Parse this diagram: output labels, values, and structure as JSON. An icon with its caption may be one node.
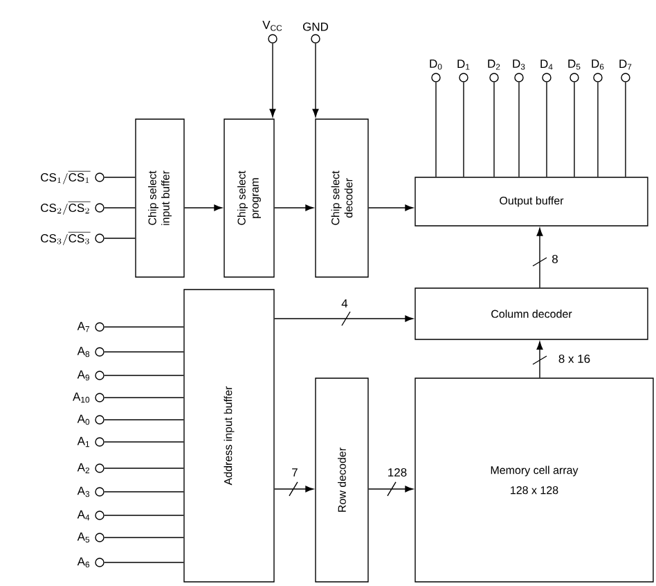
{
  "diagram": {
    "nodes": [
      {
        "text": [
          "Chip select input buffer"
        ]
      },
      {
        "text": [
          "Chip select program"
        ]
      },
      {
        "text": [
          "Chip select decoder"
        ]
      },
      {
        "text": [
          "Output buffer"
        ]
      },
      {
        "text": [
          "Column decoder"
        ]
      },
      {
        "text": [
          "Address input buffer"
        ]
      },
      {
        "text": [
          "Row decoder"
        ]
      },
      {
        "text": [
          "Memory cell array",
          "128 x 128"
        ]
      },
      {
        "text": [
          "\\mathrm{CS}_{1}/\\overline{\\mathrm{CS}_{1}}"
        ]
      },
      {
        "text": [
          "\\mathrm{CS}_{2}/\\overline{\\mathrm{CS}_{2}}"
        ]
      },
      {
        "text": [
          "\\mathrm{CS}_{3}/\\overline{\\mathrm{CS}_{3}}"
        ]
      },
      {
        "text": [
          "V$_{CC}$"
        ]
      },
      {
        "text": [
          "GND"
        ]
      },
      {
        "text": [
          "D$_{0}$"
        ]
      },
      {
        "text": [
          "D$_{1}$"
        ]
      },
      {
        "text": [
          "D$_{2}$"
        ]
      },
      {
        "text": [
          "D$_{3}$"
        ]
      },
      {
        "text": [
          "D$_{4}$"
        ]
      },
      {
        "text": [
          "D$_{5}$"
        ]
      },
      {
        "text": [
          "D$_{6}$"
        ]
      },
      {
        "text": [
          "D$_{7}$"
        ]
      },
      {
        "text": [
          "A$_{7}$"
        ]
      },
      {
        "text": [
          "A$_{8}$"
        ]
      },
      {
        "text": [
          "A$_{9}$"
        ]
      },
      {
        "text": [
          "A$_{10}$"
        ]
      },
      {
        "text": [
          "A$_{0}$"
        ]
      },
      {
        "text": [
          "A$_{1}$"
        ]
      },
      {
        "text": [
          "A$_{2}$"
        ]
      },
      {
        "text": [
          "A$_{3}$"
        ]
      },
      {
        "text": [
          "A$_{4}$"
        ]
      },
      {
        "text": [
          "A$_{5}$"
        ]
      },
      {
        "text": [
          "A$_{6}$"
        ]
      }
    ],
    "edges": [
      {
        "from": 8,
        "to": 0,
        "arrow": "none"
      },
      {
        "from": 9,
        "to": 0,
        "arrow": "none"
      },
      {
        "from": 10,
        "to": 0,
        "arrow": "none"
      },
      {
        "from": 11,
        "to": 1,
        "arrow": "to"
      },
      {
        "from": 12,
        "to": 2,
        "arrow": "to"
      },
      {
        "from": 0,
        "to": 1,
        "arrow": "to"
      },
      {
        "from": 1,
        "to": 2,
        "arrow": "to"
      },
      {
        "from": 2,
        "to": 3,
        "arrow": "to"
      },
      {
        "from": 3,
        "to": 13,
        "arrow": "none"
      },
      {
        "from": 3,
        "to": 14,
        "arrow": "none"
      },
      {
        "from": 3,
        "to": 15,
        "arrow": "none"
      },
      {
        "from": 3,
        "to": 16,
        "arrow": "none"
      },
      {
        "from": 3,
        "to": 17,
        "arrow": "none"
      },
      {
        "from": 3,
        "to": 18,
        "arrow": "none"
      },
      {
        "from": 3,
        "to": 19,
        "arrow": "none"
      },
      {
        "from": 3,
        "to": 20,
        "arrow": "none"
      },
      {
        "from": 21,
        "to": 5,
        "arrow": "none"
      },
      {
        "from": 22,
        "to": 5,
        "arrow": "none"
      },
      {
        "from": 23,
        "to": 5,
        "arrow": "none"
      },
      {
        "from": 24,
        "to": 5,
        "arrow": "none"
      },
      {
        "from": 25,
        "to": 5,
        "arrow": "none"
      },
      {
        "from": 26,
        "to": 5,
        "arrow": "none"
      },
      {
        "from": 27,
        "to": 5,
        "arrow": "none"
      },
      {
        "from": 28,
        "to": 5,
        "arrow": "none"
      },
      {
        "from": 29,
        "to": 5,
        "arrow": "none"
      },
      {
        "from": 30,
        "to": 5,
        "arrow": "none"
      },
      {
        "from": 31,
        "to": 5,
        "arrow": "none"
      },
      {
        "from": 5,
        "to": 4,
        "arrow": "to",
        "label": "4"
      },
      {
        "from": 4,
        "to": 3,
        "arrow": "to",
        "label": "8"
      },
      {
        "from": 5,
        "to": 6,
        "arrow": "to",
        "label": "7"
      },
      {
        "from": 6,
        "to": 7,
        "arrow": "to",
        "label": "128"
      },
      {
        "from": 7,
        "to": 4,
        "arrow": "to",
        "label": "8 x 16"
      }
    ]
  }
}
